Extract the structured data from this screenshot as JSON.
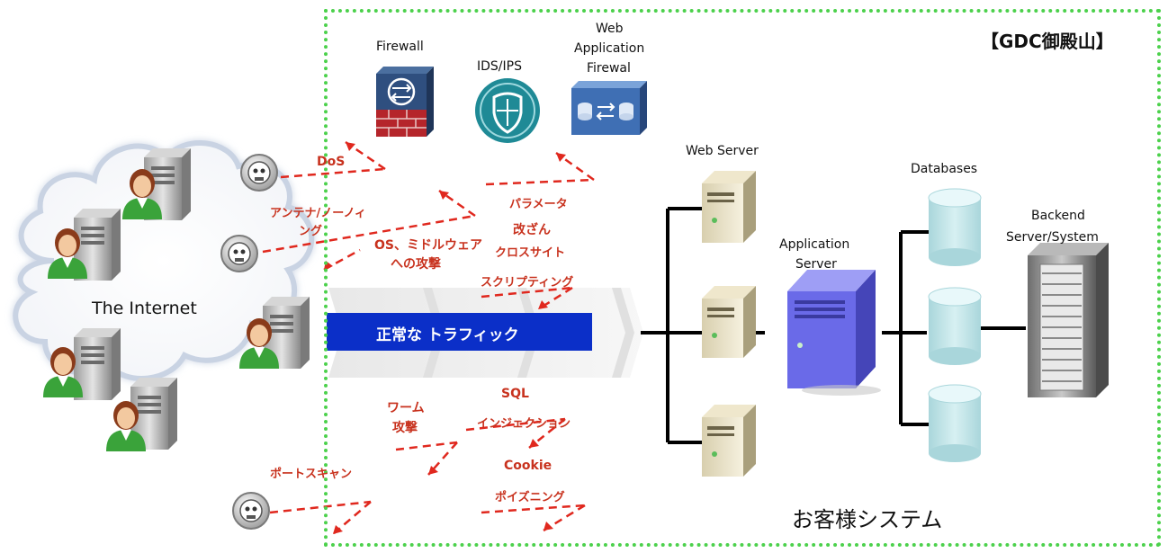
{
  "site_label": "【GDC御殿山】",
  "customer_system_label": "お客様システム",
  "internet_label": "The Internet",
  "normal_traffic_label": "正常な トラフィック",
  "security_devices": {
    "firewall": "Firewall",
    "ids_ips": "IDS/IPS",
    "waf_line1": "Web",
    "waf_line2": "Application",
    "waf_line3": "Firewal"
  },
  "server_labels": {
    "web_server": "Web Server",
    "application_server_line1": "Application",
    "application_server_line2": "Server",
    "databases": "Databases",
    "backend_line1": "Backend",
    "backend_line2": "Server/System"
  },
  "attacks": {
    "dos": "DoS",
    "antenna_line1": "アンテナ/ノーノィ",
    "antenna_line2": "ング",
    "os_line1": "OS、ミドルウェア",
    "os_line2": "への攻撃",
    "param_line1": "パラメータ",
    "param_line2": "改ざん",
    "xss_line1": "クロスサイト",
    "xss_line2": "スクリプティング",
    "worm_line1": "ワーム",
    "worm_line2": "攻撃",
    "sql_line1": "SQL",
    "sql_line2": "インジェクション",
    "cookie_line1": "Cookie",
    "cookie_line2": "ポイズニング",
    "portscan": "ポートスキャン"
  },
  "colors": {
    "region_border": "#4cd14c",
    "attack_red": "#c8321e",
    "traffic_blue": "#0b2fc8",
    "firewall_blue": "#2f4f7f",
    "ids_teal": "#1f8a96",
    "waf_blue": "#3f6fb4",
    "appserver_purple": "#6a6ae8",
    "database_cyan": "#bde4e8"
  }
}
